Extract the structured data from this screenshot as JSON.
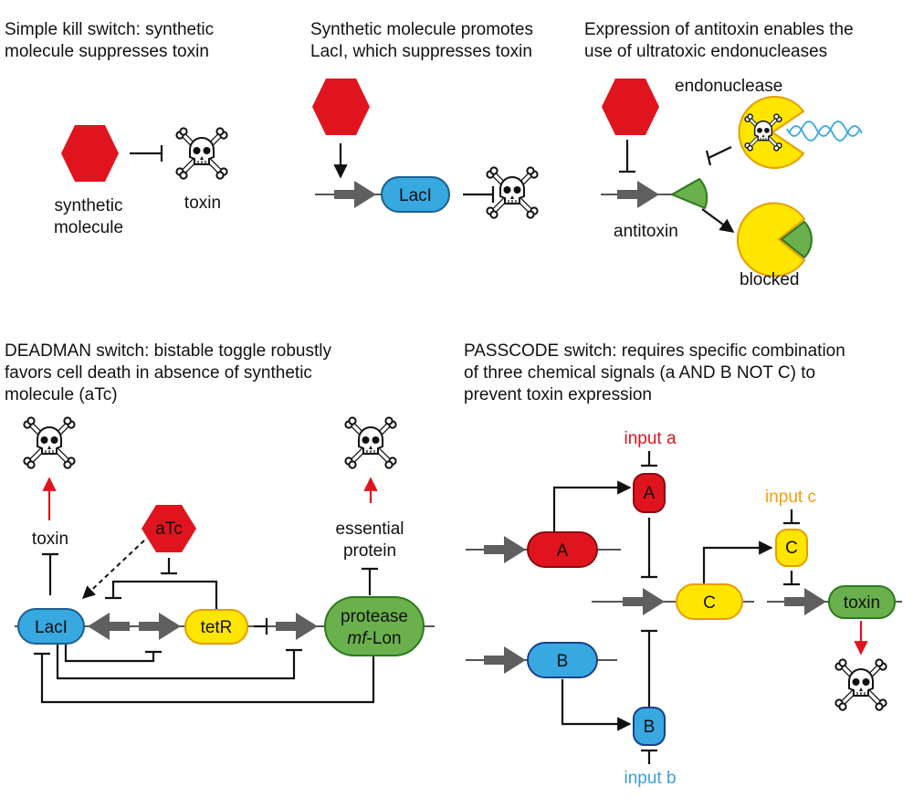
{
  "panels": {
    "simple": {
      "caption_1": "Simple kill switch: synthetic",
      "caption_2": "molecule suppresses toxin",
      "molecule_1": "synthetic",
      "molecule_2": "molecule",
      "toxin": "toxin"
    },
    "laci": {
      "caption_1": "Synthetic molecule promotes",
      "caption_2": "LacI, which suppresses toxin",
      "laci": "LacI"
    },
    "antitoxin": {
      "caption_1": "Expression of antitoxin enables the",
      "caption_2": "use of ultratoxic endonucleases",
      "endonuclease": "endonuclease",
      "antitoxin": "antitoxin",
      "blocked": "blocked"
    },
    "deadman": {
      "caption_1": "DEADMAN switch: bistable toggle robustly",
      "caption_2": "favors cell death in absence of synthetic",
      "caption_3": "molecule (aTc)",
      "toxin": "toxin",
      "atc": "aTc",
      "essential_1": "essential",
      "essential_2": "protein",
      "laci": "LacI",
      "tetr": "tetR",
      "protease_1": "protease",
      "protease_2_italic": "mf",
      "protease_2_rest": "-Lon"
    },
    "passcode": {
      "caption_1": "PASSCODE switch: requires specific combination",
      "caption_2": "of three chemical signals (a AND B NOT C) to",
      "caption_3": "prevent toxin expression",
      "input_a": "input a",
      "input_b": "input b",
      "input_c": "input c",
      "gene_a": "A",
      "gene_b": "B",
      "gene_c": "C",
      "toxin": "toxin"
    }
  },
  "colors": {
    "red": "#e0141e",
    "blue": "#38a8e0",
    "yellow": "#ffe600",
    "green": "#6ab04c",
    "input_a": "#e0141e",
    "input_b": "#3aa0dc",
    "input_c": "#f5a00a"
  }
}
